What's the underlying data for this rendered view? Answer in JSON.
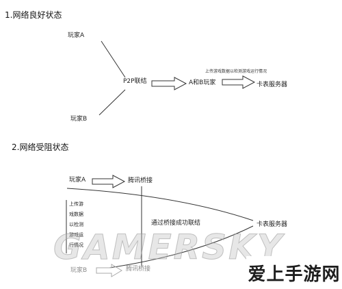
{
  "section1": {
    "heading": "1.网络良好状态",
    "player_a": "玩家A",
    "player_b": "玩家B",
    "p2p": "P2P联结",
    "ab_players": "A和B玩家",
    "upload_note": "上传游戏数据以检测游戏运行情况",
    "server": "卡表服务器"
  },
  "section2": {
    "heading": "2.网络受阻状态",
    "player_a": "玩家A",
    "bridge_top": "腾讯桥接",
    "upload_lines": [
      "上传游",
      "戏数据",
      "以检测",
      "游戏运",
      "行情况"
    ],
    "bridge_success": "通过桥接成功联结",
    "server": "卡表服务器",
    "player_b": "玩家B",
    "bridge_bottom": "腾讯桥接"
  },
  "watermark": "GAMERSKY",
  "logo": "爱上手游网"
}
